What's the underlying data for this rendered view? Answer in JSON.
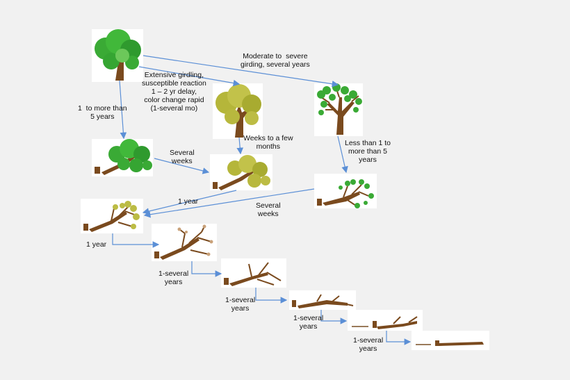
{
  "labels": {
    "moderate": "Moderate to  severe\ngirding, several years",
    "extensive": "Extensive girdling,\nsusceptible reaction\n1 – 2 yr delay,\ncolor change rapid\n(1-several mo)",
    "one_to_more": "1  to more than\n5 years",
    "several_weeks_1": "Several\nweeks",
    "weeks_to_few_months": "Weeks to a few\nmonths",
    "less_than_1": "Less than 1 to\nmore than 5\nyears",
    "one_year_a": "1 year",
    "several_weeks_2": "Several\nweeks",
    "one_year_b": "1 year",
    "one_several_1": "1-several\nyears",
    "one_several_2": "1-several\nyears",
    "one_several_3": "1-several\nyears",
    "one_several_4": "1-several\nyears"
  },
  "colors": {
    "trunk": "#7a4a1e",
    "green": "#3aaa35",
    "dark_green": "#1f7a2a",
    "yellow_green": "#b5b63a",
    "arrow": "#5b8fd6",
    "background": "#f1f1f1"
  },
  "icons": {
    "healthy_tree": "tree-green-icon",
    "yellowing_tree": "tree-yellow-icon",
    "sparse_tree": "tree-sparse-icon",
    "fallen_tree": "fallen-tree-icon",
    "log": "log-icon"
  }
}
